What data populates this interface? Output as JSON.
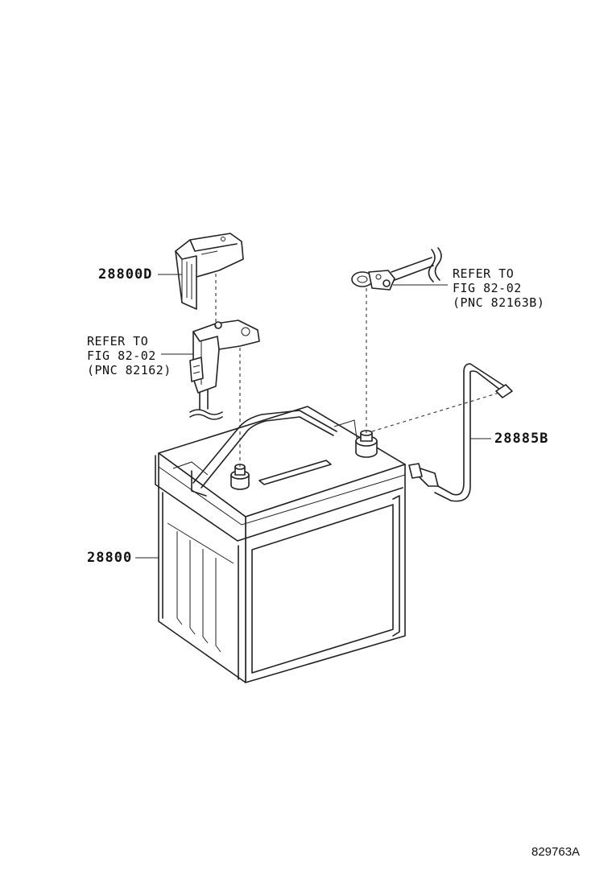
{
  "callouts": {
    "cover": "28800D",
    "battery": "28800",
    "hose": "28885B",
    "neg_ref": [
      "REFER TO",
      "FIG 82-02",
      "(PNC 82162)"
    ],
    "pos_ref": [
      "REFER TO",
      "FIG 82-02",
      "(PNC 82163B)"
    ]
  },
  "figure_id": "829763A",
  "colors": {
    "line": "#222222",
    "background": "#ffffff"
  }
}
